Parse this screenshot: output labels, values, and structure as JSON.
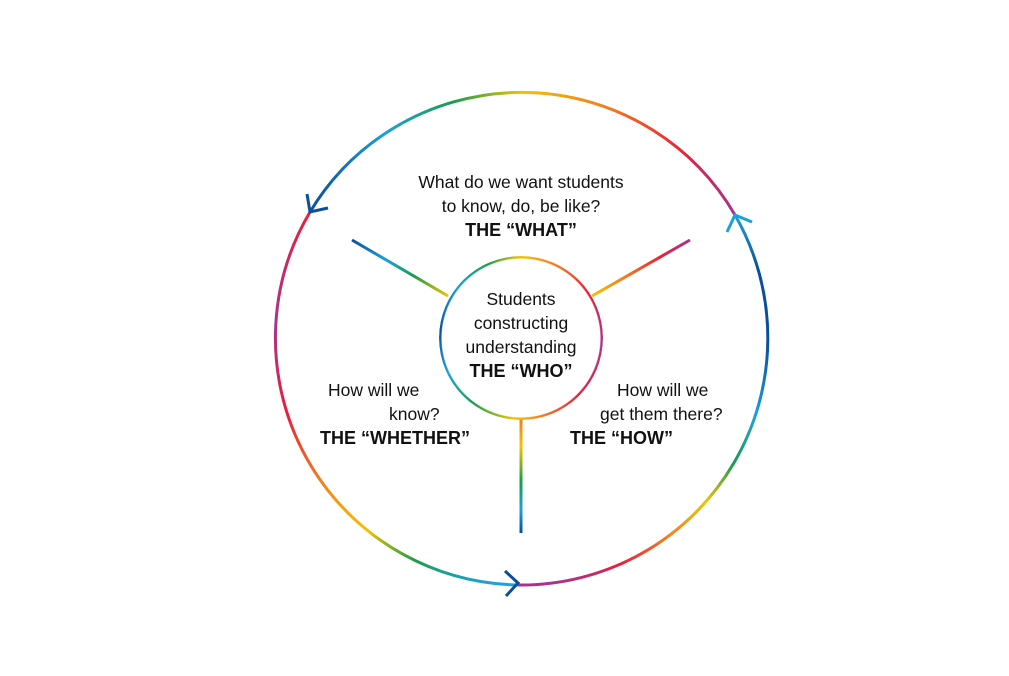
{
  "top": {
    "line1": "What do we want students",
    "line2": "to know, do, be like?",
    "label": "THE “WHAT”"
  },
  "center": {
    "line1": "Students",
    "line2": "constructing",
    "line3": "understanding",
    "label": "THE “WHO”"
  },
  "left": {
    "line1": "How will we",
    "line2": "know?",
    "label": "THE “WHETHER”"
  },
  "right": {
    "line1": "How will we",
    "line2": "get them there?",
    "label": "THE “HOW”"
  },
  "colors": {
    "dark_blue": "#0a4f9c",
    "light_blue": "#1ea0d8",
    "green": "#1a9e4a",
    "yellow": "#f2c300",
    "orange": "#f47b20",
    "red": "#e8203a",
    "purple": "#a8338f"
  }
}
